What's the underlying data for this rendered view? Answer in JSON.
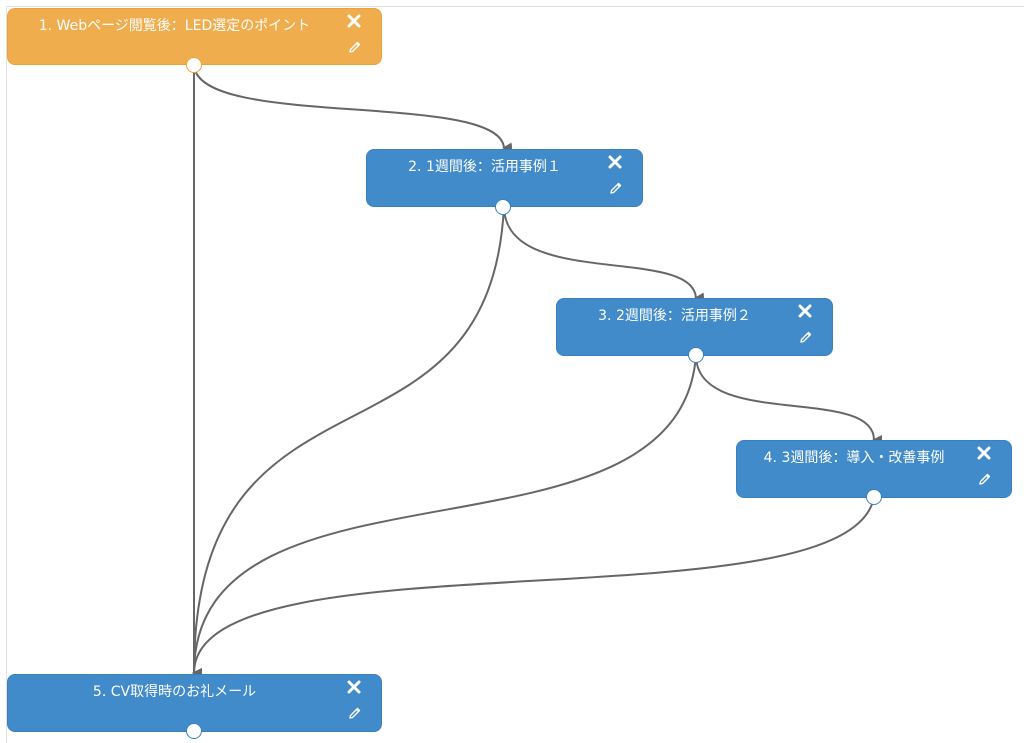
{
  "nodes": [
    {
      "id": "n1",
      "label": "1. Webページ閲覧後：LED選定のポイント",
      "color": "orange"
    },
    {
      "id": "n2",
      "label": "2. 1週間後：活用事例１",
      "color": "blue"
    },
    {
      "id": "n3",
      "label": "3. 2週間後：活用事例２",
      "color": "blue"
    },
    {
      "id": "n4",
      "label": "4. 3週間後：導入・改善事例",
      "color": "blue"
    },
    {
      "id": "n5",
      "label": "5. CV取得時のお礼メール",
      "color": "blue"
    }
  ],
  "edges": [
    {
      "from": "n1",
      "to": "n2"
    },
    {
      "from": "n2",
      "to": "n3"
    },
    {
      "from": "n3",
      "to": "n4"
    },
    {
      "from": "n1",
      "to": "n5"
    },
    {
      "from": "n2",
      "to": "n5"
    },
    {
      "from": "n3",
      "to": "n5"
    },
    {
      "from": "n4",
      "to": "n5"
    }
  ],
  "colors": {
    "orange": "#f0ad4e",
    "blue": "#428bca",
    "connector": "#666666",
    "icon": "#ffffff"
  },
  "icons": {
    "close": "close-icon",
    "edit": "pencil-icon"
  }
}
